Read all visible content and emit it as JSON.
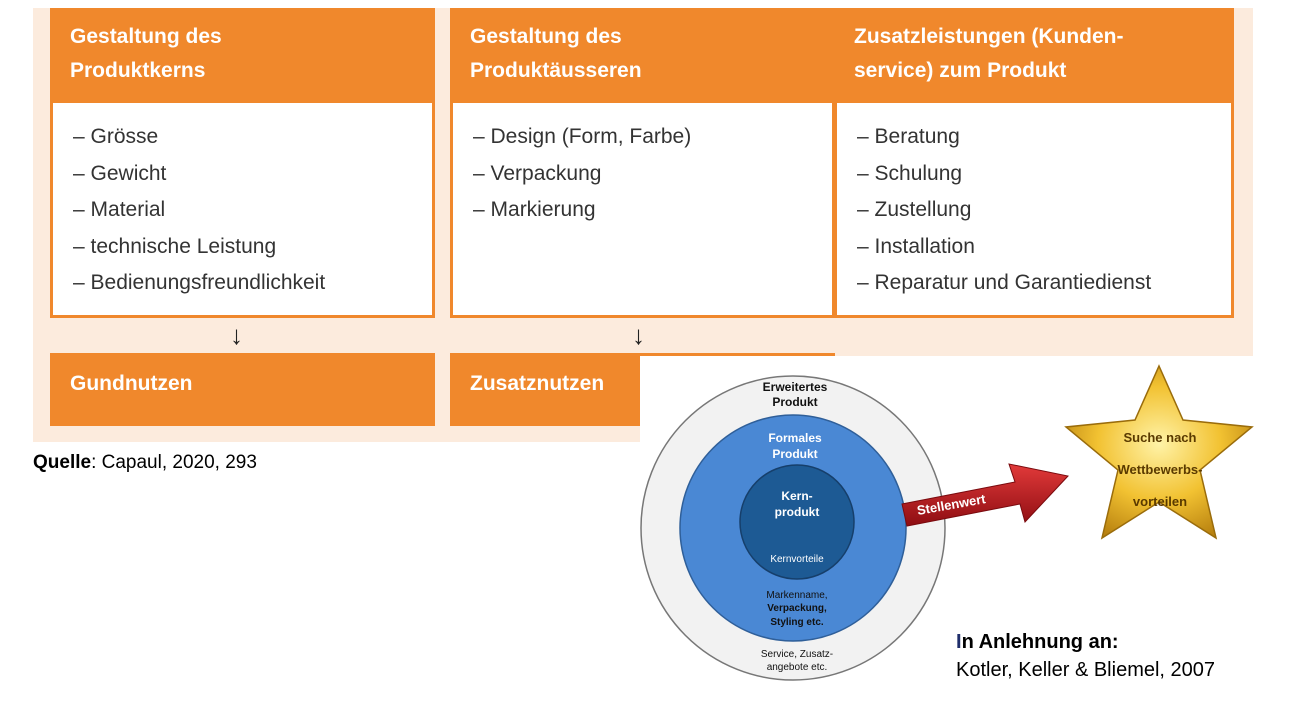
{
  "columns": [
    {
      "title_lines": [
        "Gestaltung des",
        "Produktkerns"
      ],
      "items": [
        "Grösse",
        "Gewicht",
        "Material",
        "technische Leistung",
        "Bedienungsfreundlichkeit"
      ]
    },
    {
      "title_lines": [
        "Gestaltung des",
        "Produktäusseren"
      ],
      "items": [
        "Design (Form, Farbe)",
        "Verpackung",
        "Markierung"
      ]
    },
    {
      "title_lines": [
        "Zusatzleistungen (Kunden-",
        "service) zum Produkt"
      ],
      "items": [
        "Beratung",
        "Schulung",
        "Zustellung",
        "Installation",
        "Reparatur und Garantiedienst"
      ]
    }
  ],
  "arrow_glyph": "↓",
  "results": [
    "Gundnutzen",
    "Zusatznutzen"
  ],
  "source": {
    "label": "Quelle",
    "text": ": Capaul, 2020, 293"
  },
  "product_model": {
    "outer_lines": [
      "Erweitertes",
      "Produkt"
    ],
    "outer_bottom_lines": [
      "Service, Zusatz-",
      "angebote etc."
    ],
    "middle_lines": [
      "Formales",
      "Produkt"
    ],
    "middle_bottom_lines": [
      "Markenname,",
      "Verpackung,",
      "Styling etc."
    ],
    "core_lines": [
      "Kern-",
      "produkt"
    ],
    "core_bottom": "Kernvorteile",
    "arrow_label": "Stellenwert",
    "star_lines": [
      "Suche nach",
      "Wettbewerbs-",
      "vorteilen"
    ]
  },
  "reference": {
    "heading_first": "I",
    "heading_rest": "n Anlehnung an:",
    "citation": "Kotler, Keller & Bliemel, 2007"
  },
  "colors": {
    "orange": "#f0882c",
    "panel_bg": "#fcebdd",
    "outer_ring": "#f2f2f2",
    "middle_circle": "#4a88d4",
    "core_circle": "#1d5a94",
    "arrow_red": "#c8141c",
    "star_gold": "#f2c232"
  }
}
